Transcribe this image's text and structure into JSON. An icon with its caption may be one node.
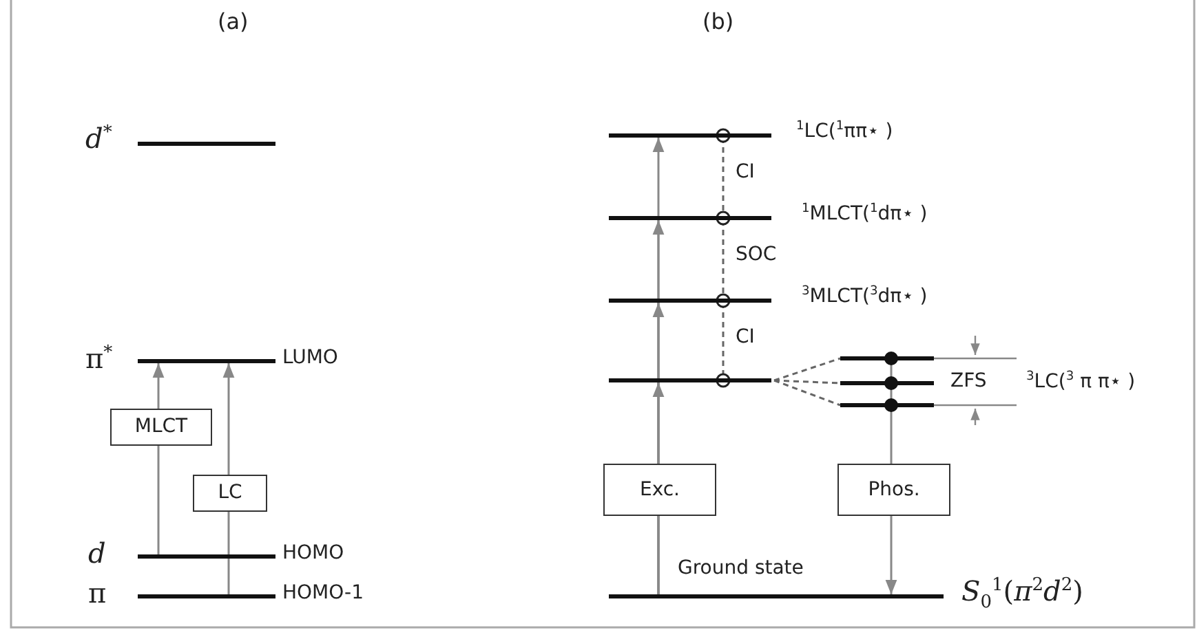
{
  "diagram": {
    "nodes": [
      {
        "text": [],
        "shape": "bar",
        "beside": [
          "*d*$^{*}$"
        ]
      },
      {
        "text": [],
        "shape": "bar",
        "beside": [
          "π$^{*}$",
          "LUMO"
        ]
      },
      {
        "text": [],
        "shape": "bar",
        "beside": [
          "*d*",
          "HOMO"
        ]
      },
      {
        "text": [],
        "shape": "bar",
        "beside": [
          "π",
          "HOMO-1"
        ]
      },
      {
        "text": [],
        "shape": "bar",
        "beside": [
          "$^{1}$LC($^{1}$ππ⋆ )"
        ]
      },
      {
        "text": [],
        "shape": "bar",
        "beside": [
          "$^{1}$MLCT($^{1}$dπ⋆ )"
        ]
      },
      {
        "text": [],
        "shape": "bar",
        "beside": [
          "$^{3}$MLCT($^{3}$dπ⋆ )"
        ]
      },
      {
        "text": [],
        "shape": "bar"
      },
      {
        "text": [],
        "shape": "bar"
      },
      {
        "text": [],
        "shape": "bar"
      },
      {
        "text": [],
        "shape": "bar"
      },
      {
        "text": [],
        "shape": "bar",
        "beside": [
          "*S*$_{0}$$^{1}$(*π*$^{2}$*d*$^{2}$)"
        ]
      }
    ],
    "edges": [
      {
        "from": 2,
        "to": 1,
        "arrow": "to",
        "label": "MLCT"
      },
      {
        "from": 3,
        "to": 1,
        "arrow": "to",
        "label": "LC"
      },
      {
        "from": 4,
        "to": 5,
        "arrow": "none",
        "style": "dashed",
        "label": "CI"
      },
      {
        "from": 5,
        "to": 6,
        "arrow": "none",
        "style": "dashed",
        "label": "SOC"
      },
      {
        "from": 6,
        "to": 7,
        "arrow": "none",
        "style": "dashed",
        "label": "CI"
      },
      {
        "from": 7,
        "to": 8,
        "arrow": "none",
        "style": "dashed"
      },
      {
        "from": 7,
        "to": 9,
        "arrow": "none",
        "style": "dashed"
      },
      {
        "from": 7,
        "to": 10,
        "arrow": "none",
        "style": "dashed"
      },
      {
        "from": 11,
        "to": 7,
        "arrow": "to",
        "label": "Exc."
      },
      {
        "from": 11,
        "to": 6,
        "arrow": "to"
      },
      {
        "from": 11,
        "to": 5,
        "arrow": "to"
      },
      {
        "from": 11,
        "to": 4,
        "arrow": "to"
      },
      {
        "from": 8,
        "to": 11,
        "arrow": "to",
        "label": "Phos."
      }
    ],
    "labels": [
      "(a)",
      "(b)",
      "ZFS",
      "$^{3}$LC($^{3}$ π π⋆ )",
      "Ground state"
    ]
  }
}
